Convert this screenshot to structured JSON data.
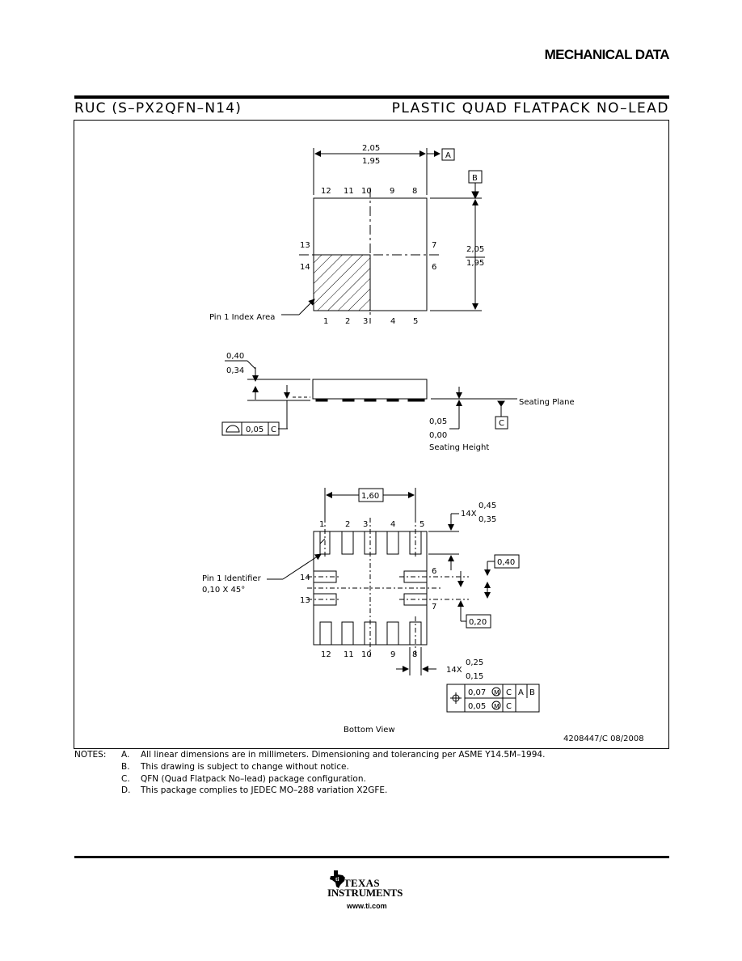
{
  "header": {
    "title": "MECHANICAL DATA"
  },
  "package": {
    "code": "RUC (S–PX2QFN–N14)",
    "name": "PLASTIC QUAD FLATPACK NO–LEAD"
  },
  "top_view": {
    "width_max": "2,05",
    "width_min": "1,95",
    "height_max": "2,05",
    "height_min": "1,95",
    "datum_a": "A",
    "datum_b": "B",
    "pins_top": [
      "12",
      "11",
      "10",
      "9",
      "8"
    ],
    "pins_bottom": [
      "1",
      "2",
      "3",
      "4",
      "5"
    ],
    "pin_13": "13",
    "pin_14": "14",
    "pin_7": "7",
    "pin_6": "6",
    "pin1_label": "Pin 1 Index Area"
  },
  "side_view": {
    "thick_max": "0,40",
    "thick_min": "0,34",
    "flat_value": "0,05",
    "flat_datum": "C",
    "seat_max": "0,05",
    "seat_min": "0,00",
    "seating_height": "Seating Height",
    "seating_plane": "Seating Plane",
    "datum_c": "C"
  },
  "bottom_view": {
    "pitch_span": "1,60",
    "pins_top": [
      "1",
      "2",
      "3",
      "4",
      "5"
    ],
    "pins_bottom": [
      "12",
      "11",
      "10",
      "9",
      "8"
    ],
    "pin_14": "14",
    "pin_13": "13",
    "pin_6": "6",
    "pin_7": "7",
    "pad_len_qty": "14X",
    "pad_len_max": "0,45",
    "pad_len_min": "0,35",
    "pitch_box": "0,40",
    "side_pitch_box": "0,20",
    "pad_w_qty": "14X",
    "pad_w_max": "0,25",
    "pad_w_min": "0,15",
    "pin1_id_l1": "Pin 1 Identifier",
    "pin1_id_l2": "0,10 X 45°",
    "fcf_row1": [
      "0,07",
      "M",
      "C",
      "A",
      "B"
    ],
    "fcf_row2": [
      "0,05",
      "M",
      "C"
    ],
    "caption": "Bottom View"
  },
  "footer_ref": "4208447/C  08/2008",
  "notes": {
    "label": "NOTES:",
    "items": [
      {
        "letter": "A.",
        "text": "All linear dimensions are in millimeters.  Dimensioning and tolerancing per ASME Y14.5M–1994."
      },
      {
        "letter": "B.",
        "text": "This drawing is subject to change without notice."
      },
      {
        "letter": "C.",
        "text": "QFN (Quad Flatpack No–lead) package configuration."
      },
      {
        "letter": "D.",
        "text": "This package complies to JEDEC MO–288 variation X2GFE."
      }
    ]
  },
  "logo": {
    "line1": "TEXAS",
    "line2": "INSTRUMENTS",
    "url": "www.ti.com"
  }
}
